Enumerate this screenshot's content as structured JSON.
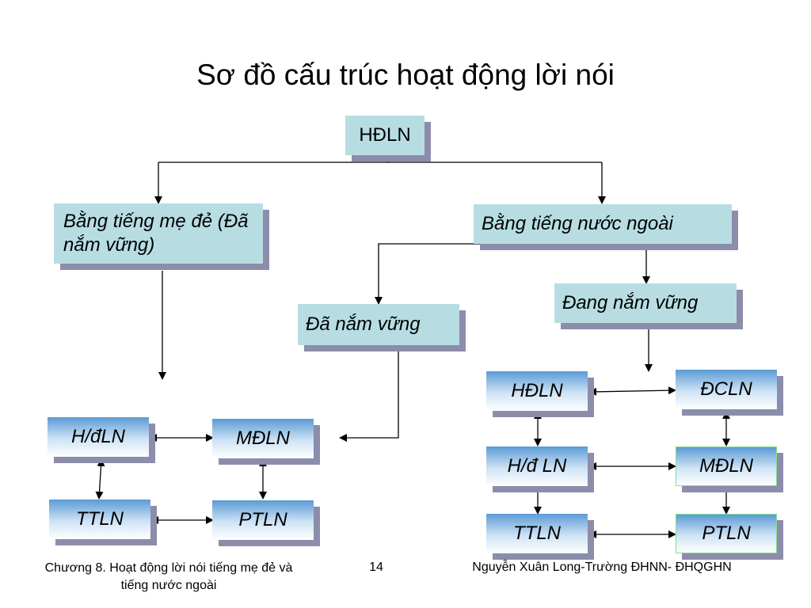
{
  "title": "Sơ đồ cấu trúc hoạt động lời nói",
  "nodes": {
    "root": "HĐLN",
    "native": "Bằng tiếng mẹ đẻ (Đã nắm vững)",
    "foreign": "Bằng tiếng nước ngoài",
    "mastered": "Đã nắm vững",
    "mastering": "Đang nắm vững",
    "left_grid": {
      "hdln": "H/đLN",
      "mdln": "MĐLN",
      "ttln": "TTLN",
      "ptln": "PTLN"
    },
    "right_grid": {
      "hdln": "HĐLN",
      "dcln": "ĐCLN",
      "hd_ln": "H/đ LN",
      "mdln": "MĐLN",
      "ttln": "TTLN",
      "ptln": "PTLN"
    }
  },
  "footer": {
    "left": "Chương 8. Hoạt động lời nói tiếng mẹ đẻ và tiếng nước ngoài",
    "page": "14",
    "right": "Nguyễn Xuân Long-Trường ĐHNN- ĐHQGHN"
  }
}
